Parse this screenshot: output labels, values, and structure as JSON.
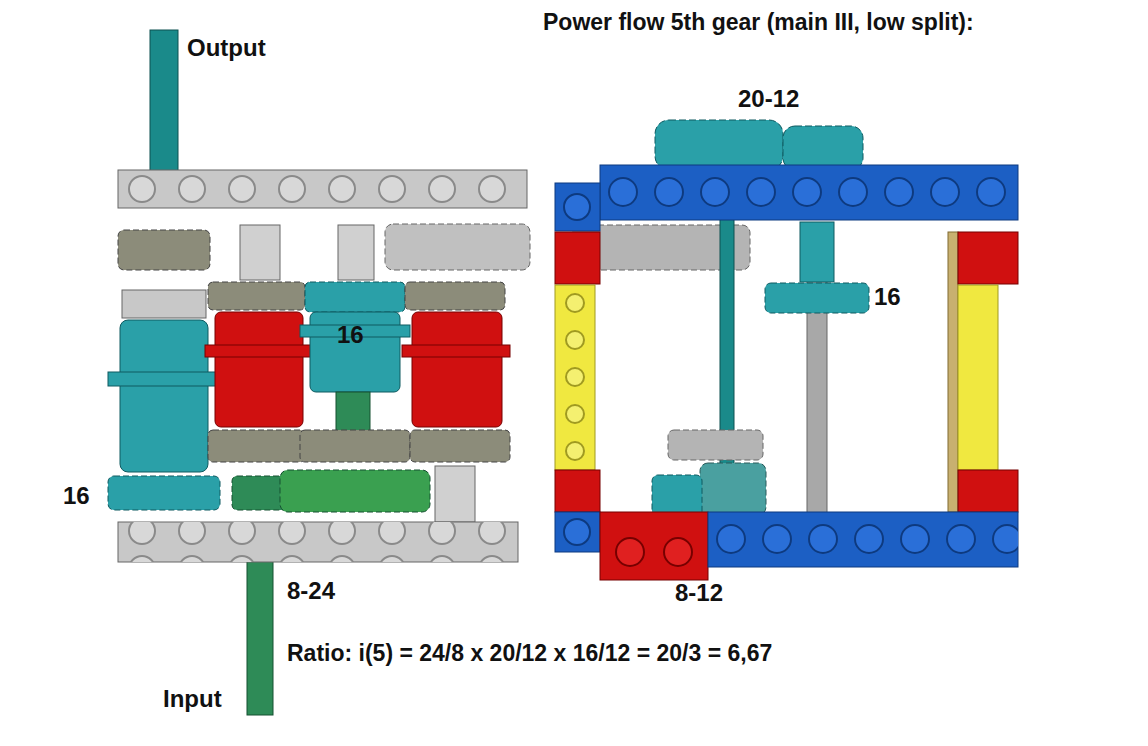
{
  "diagram": {
    "title": "Power flow 5th gear (main III, low split):",
    "caption": "Ratio: i(5) = 24/8 x 20/12 x 16/12 = 20/3 = 6,67",
    "labels": [
      "Output",
      "20-12",
      "16",
      "16",
      "16",
      "8-24",
      "8-12",
      "Input"
    ]
  }
}
